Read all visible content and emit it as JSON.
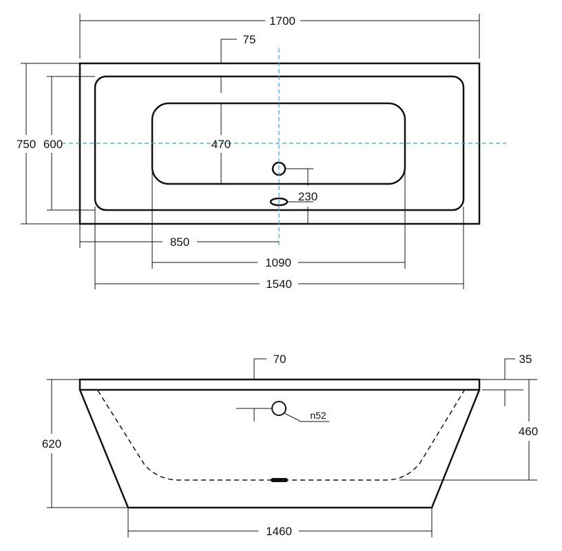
{
  "top_view": {
    "dims": {
      "overall_length": "1700",
      "rim_width": "75",
      "overall_width": "750",
      "inner_width": "600",
      "basin_width": "470",
      "drain_offset": "230",
      "center_offset": "850",
      "basin_length": "1090",
      "inner_length": "1540"
    }
  },
  "side_view": {
    "dims": {
      "rim_height": "70",
      "lip_height": "35",
      "overall_height": "620",
      "depth": "460",
      "overflow_diameter": "n52",
      "base_length": "1460"
    }
  },
  "colors": {
    "line": "#111111",
    "centerline": "#3a9fd8"
  }
}
